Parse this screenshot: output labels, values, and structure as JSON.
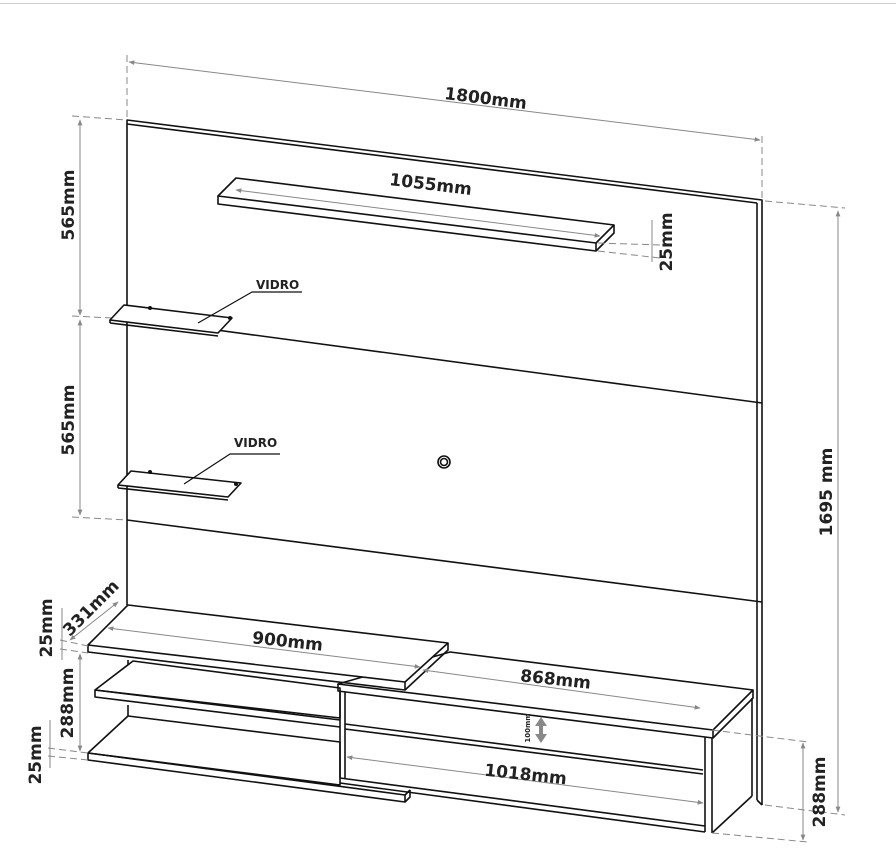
{
  "dimensions": {
    "total_width": "1800mm",
    "top_shelf_width": "1055mm",
    "top_shelf_thickness": "25mm",
    "upper_spacing": "565mm",
    "middle_spacing": "565mm",
    "panel_height": "1695 mm",
    "shelf_depth": "331mm",
    "rack_top_thickness": "25mm",
    "rack_inner_height": "288mm",
    "rack_bottom_thickness": "25mm",
    "rack_left_width": "900mm",
    "rack_right_top_width": "868mm",
    "rack_right_inner_width": "1018mm",
    "drawer_gap": "100mm",
    "rack_right_height": "288mm"
  },
  "labels": {
    "glass_shelf_1": "VIDRO",
    "glass_shelf_2": "VIDRO"
  }
}
